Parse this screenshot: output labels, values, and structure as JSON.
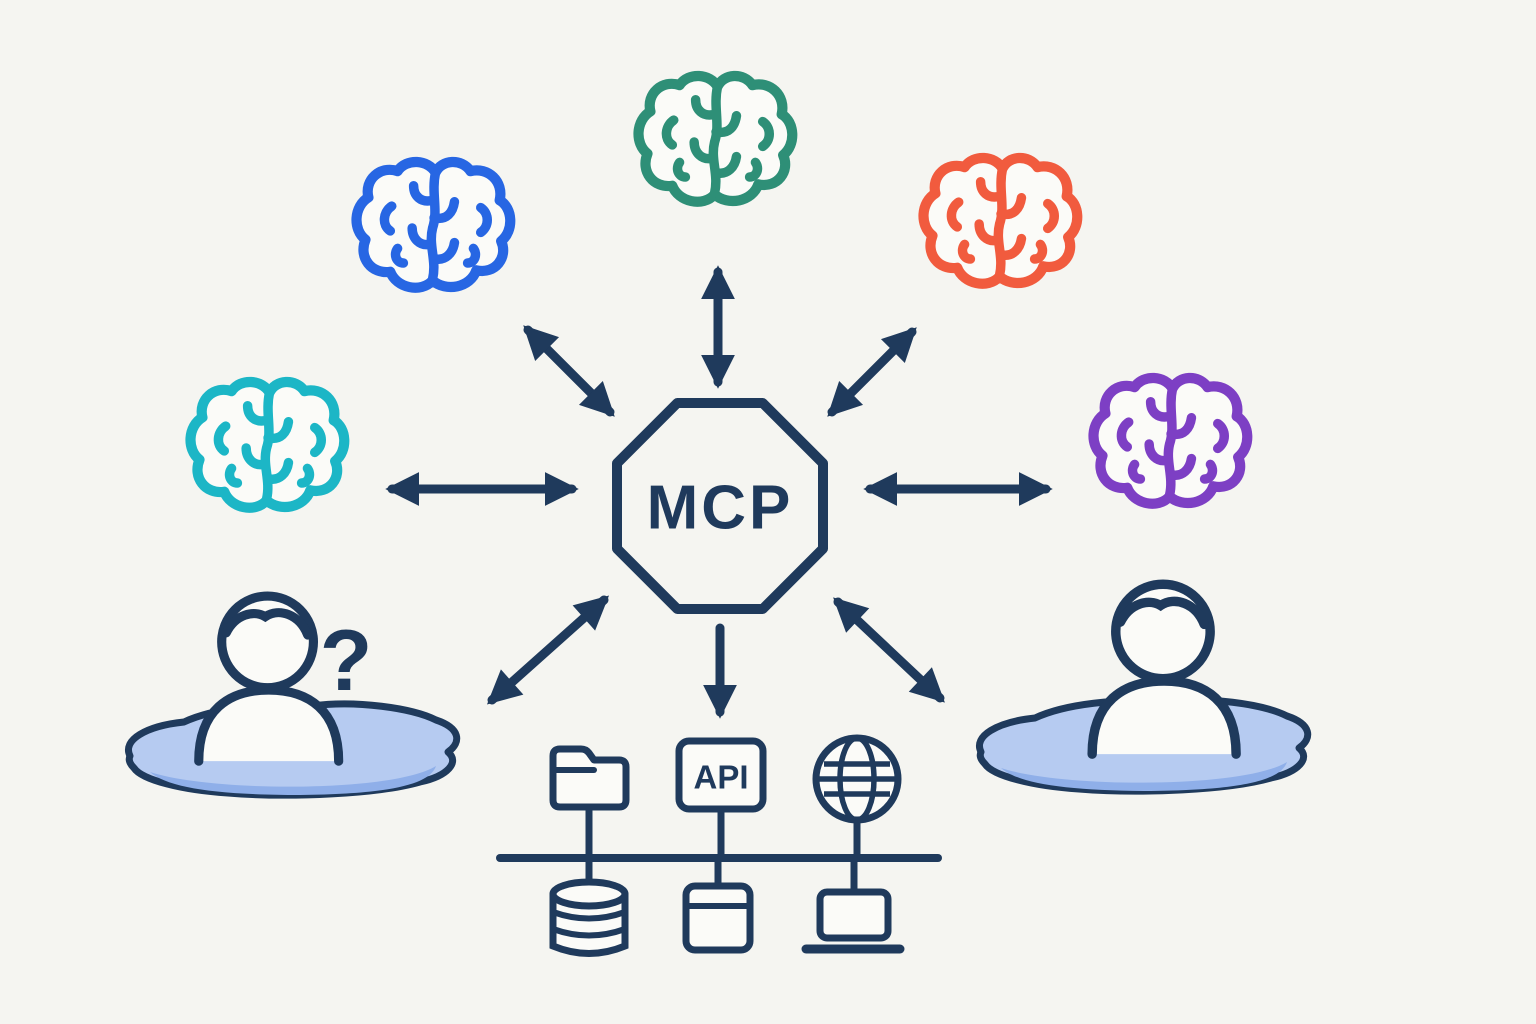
{
  "scene": {
    "background_color": "#f5f5f1",
    "outline_color": "#1f3a5c",
    "blob_color": "#b6cbf1",
    "blob_shadow_color": "#8fafe9"
  },
  "hub": {
    "label": "MCP",
    "shape": "octagon"
  },
  "brains": [
    {
      "name": "brain-icon-blue",
      "color": "#2766e3"
    },
    {
      "name": "brain-icon-teal",
      "color": "#2e8f77"
    },
    {
      "name": "brain-icon-orange",
      "color": "#f15b3e"
    },
    {
      "name": "brain-icon-cyan",
      "color": "#1cb6c6"
    },
    {
      "name": "brain-icon-purple",
      "color": "#7d3fc4"
    }
  ],
  "arrows": [
    "hub-to-top-brain",
    "hub-to-upper-left-brain",
    "hub-to-upper-right-brain",
    "hub-to-left-brain",
    "hub-to-right-brain",
    "hub-to-lower-left-user",
    "hub-to-lower-right-user",
    "hub-to-resources"
  ],
  "resources": {
    "api_label": "API",
    "icons": [
      "folder-icon",
      "api-icon",
      "globe-icon",
      "database-icon",
      "server-icon",
      "laptop-icon"
    ]
  },
  "users": {
    "left": {
      "icon": "user-icon",
      "question_mark": "?"
    },
    "right": {
      "icon": "user-icon"
    }
  }
}
